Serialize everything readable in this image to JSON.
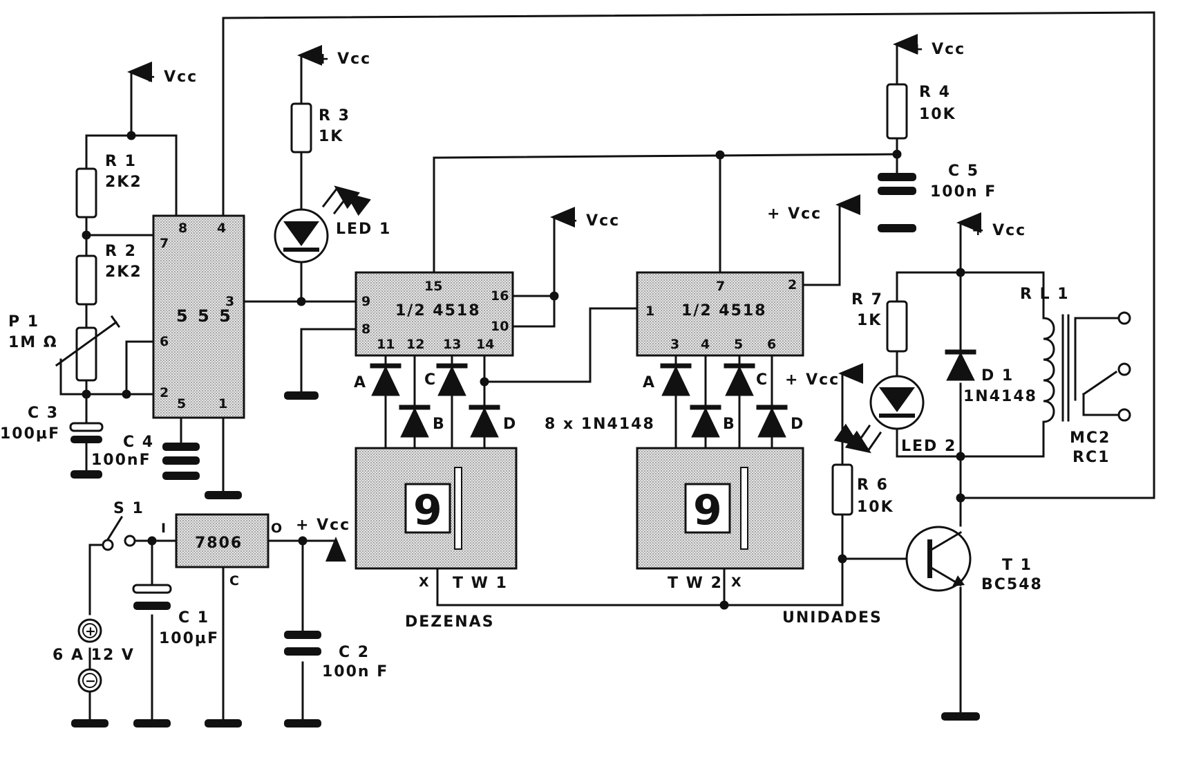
{
  "labels": {
    "vcc": "+ Vcc",
    "r1_name": "R 1",
    "r1_val": "2K2",
    "r2_name": "R 2",
    "r2_val": "2K2",
    "p1_name": "P 1",
    "p1_val": "1M Ω",
    "c3_name": "C 3",
    "c3_val": "100µF",
    "c4_name": "C 4",
    "c4_val": "100nF",
    "r3_name": "R 3",
    "r3_val": "1K",
    "led1": "LED 1",
    "ic555": "5 5 5",
    "ic4518": "1/2 4518",
    "r4_name": "R 4",
    "r4_val": "10K",
    "c5_name": "C 5",
    "c5_val": "100n F",
    "r7_name": "R 7",
    "r7_val": "1K",
    "led2": "LED 2",
    "d1_name": "D 1",
    "d1_val": "1N4148",
    "rl1": "R L 1",
    "mc2": "MC2",
    "rc1": "RC1",
    "diodes": "8 x 1N4148",
    "r6_name": "R 6",
    "r6_val": "10K",
    "t1_name": "T 1",
    "t1_val": "BC548",
    "s1": "S 1",
    "reg": "7806",
    "reg_in": "I",
    "reg_out": "O",
    "reg_c": "C",
    "c1_name": "C 1",
    "c1_val": "100µF",
    "c2_name": "C 2",
    "c2_val": "100n F",
    "supply": "6 A 12 V",
    "plus": "+",
    "minus": "−",
    "tw1": "T W 1",
    "tw2": "T W 2",
    "x": "X",
    "dezenas": "DEZENAS",
    "unidades": "UNIDADES",
    "digit": "9",
    "diode_a": "A",
    "diode_b": "B",
    "diode_c": "C",
    "diode_d": "D"
  },
  "pins_555": {
    "p8": "8",
    "p4": "4",
    "p7": "7",
    "p3": "3",
    "p6": "6",
    "p2": "2",
    "p5": "5",
    "p1": "1"
  },
  "pins_4518a": {
    "p15": "15",
    "p9": "9",
    "p8": "8",
    "p16": "16",
    "p10": "10",
    "p11": "11",
    "p12": "12",
    "p13": "13",
    "p14": "14"
  },
  "pins_4518b": {
    "p7": "7",
    "p1": "1",
    "p2": "2",
    "p3": "3",
    "p4": "4",
    "p5": "5",
    "p6": "6"
  }
}
